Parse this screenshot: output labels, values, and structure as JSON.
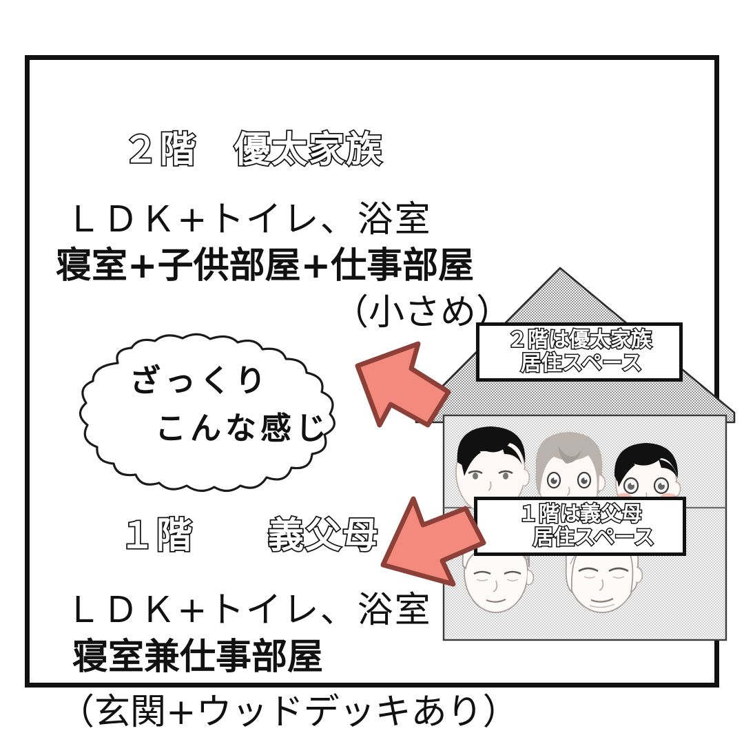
{
  "panel": {
    "floor2": {
      "heading": "２階　優太家族",
      "lines": [
        "ＬＤＫ+トイレ、浴室",
        "寝室+子供部屋+仕事部屋",
        "（小さめ）"
      ]
    },
    "floor1": {
      "heading": "１階　　義父母",
      "lines": [
        "ＬＤＫ+トイレ、浴室",
        "寝室兼仕事部屋",
        "（玄関+ウッドデッキあり）"
      ]
    },
    "thought_bubble": {
      "line1": "ざっくり",
      "line2": "こんな感じ"
    },
    "house": {
      "callout_upper": {
        "line1": "２階は優太家族",
        "line2": "居住スペース"
      },
      "callout_lower": {
        "line1": "１階は義父母",
        "line2": "居住スペース"
      },
      "occupants_upper": [
        "father-face",
        "mother-face",
        "child-face"
      ],
      "occupants_lower": [
        "grandfather-face",
        "grandmother-face"
      ]
    },
    "arrows": {
      "upper": "arrow-pointing-upper-left",
      "lower": "arrow-pointing-lower-left"
    }
  },
  "colors": {
    "ink": "#111111",
    "paper": "#ffffff",
    "arrow_fill": "#F4897E",
    "arrow_stroke": "#8C4038",
    "halftone": "#8d8d8d",
    "blush": "#f0a9a0"
  }
}
